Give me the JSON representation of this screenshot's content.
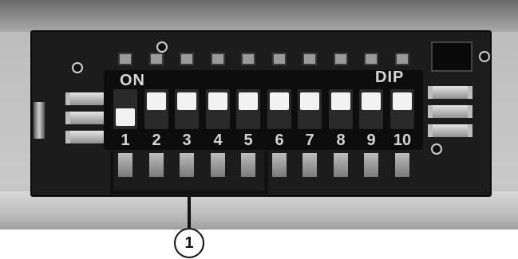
{
  "switch_labels": {
    "on": "ON",
    "dip": "DIP"
  },
  "switches": [
    {
      "number": "1",
      "position": "on"
    },
    {
      "number": "2",
      "position": "off"
    },
    {
      "number": "3",
      "position": "off"
    },
    {
      "number": "4",
      "position": "off"
    },
    {
      "number": "5",
      "position": "off"
    },
    {
      "number": "6",
      "position": "off"
    },
    {
      "number": "7",
      "position": "off"
    },
    {
      "number": "8",
      "position": "off"
    },
    {
      "number": "9",
      "position": "off"
    },
    {
      "number": "10",
      "position": "off"
    }
  ],
  "callout": {
    "number": "1"
  },
  "icons": [
    "dip-switch-icon",
    "bracket-icon"
  ]
}
